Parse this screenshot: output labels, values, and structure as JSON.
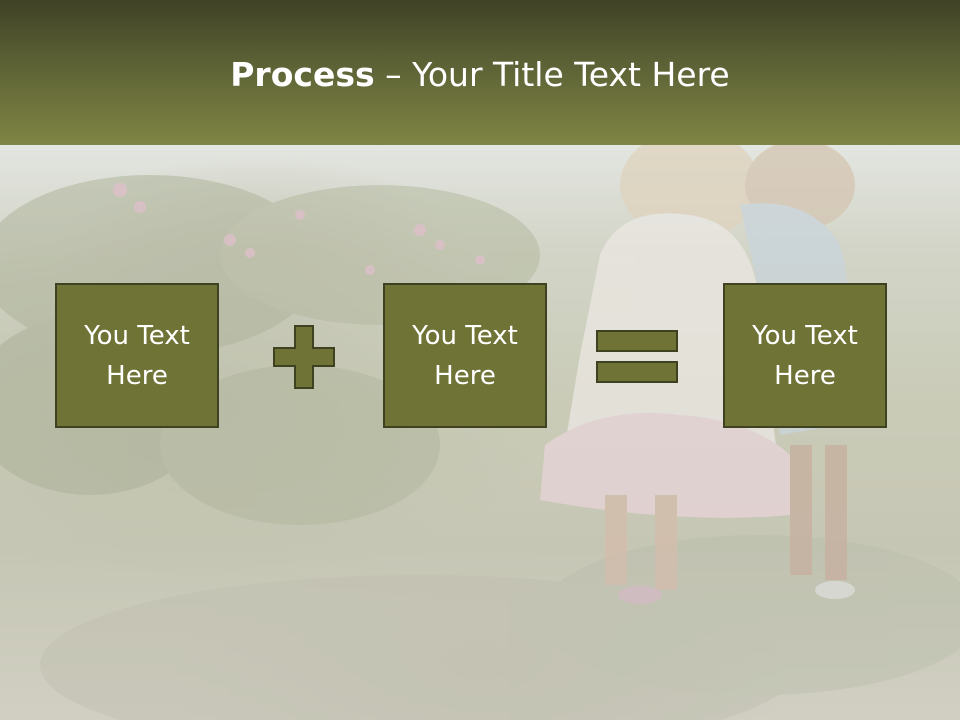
{
  "title": {
    "bold": "Process",
    "rest": " – Your Title Text Here"
  },
  "boxes": [
    {
      "text": "You Text Here"
    },
    {
      "text": "You Text Here"
    },
    {
      "text": "You Text Here"
    }
  ],
  "operators": [
    "plus-icon",
    "equals-icon"
  ],
  "colors": {
    "title_bar_top": "#3f4225",
    "title_bar_bottom": "#7f8544",
    "box_fill": "#6f7335",
    "box_border": "#3f4220",
    "text": "#ffffff"
  }
}
